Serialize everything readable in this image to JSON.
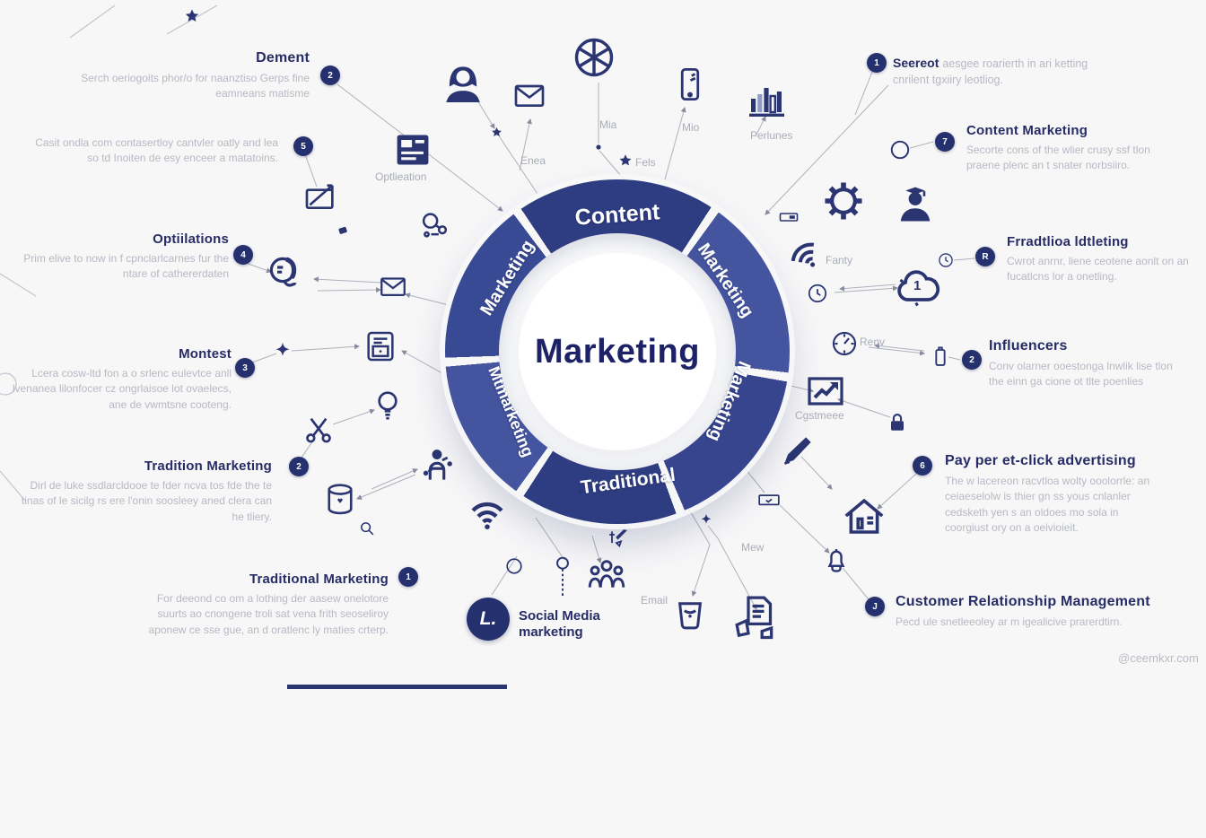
{
  "ring": {
    "center_title": "Marketing",
    "segments": [
      {
        "label": "Content"
      },
      {
        "label": "Marketing"
      },
      {
        "label": "Marketing"
      },
      {
        "label": "Traditional"
      },
      {
        "label": "Mtmarketing"
      },
      {
        "label": "Marketing"
      }
    ]
  },
  "left_blocks": [
    {
      "title": "Dement",
      "body": "Serch oeriogoits phor/o for naanztiso Gerps fine eamneans matisme"
    },
    {
      "title": "",
      "body": "Casit ondla com contasertloy cantvler oatly and lea so td Inoiten de esy enceer a matatoins."
    },
    {
      "title": "Optiilations",
      "body": "Prim elive to now in f cpnclarlcarnes fur the ntare of cathererdaten"
    },
    {
      "title": "Montest",
      "body": "Lcera cosw-ltd fon a o srlenc eulevtce anll lvenanea lilonfocer cz ongrlaisoe lot ovaelecs, ane de vwmtsne cooteng."
    },
    {
      "title": "Tradition Marketing",
      "body": "Dirl de luke ssdlarcldooe te fder ncva tos fde the te tinas of le sicilg rs ere l'onin soosleey aned clera can he tliery."
    },
    {
      "title": "Traditional Marketing",
      "body": "For deeond co om a lothing der aasew onelotore suurts ao cnongene troli sat vena frith seoseliroy aponew ce sse gue, an d oratlenc ly maties crterp."
    }
  ],
  "right_blocks": [
    {
      "title": "Seereot",
      "body": "aesgee roarierth in ari ketting cnrilent tgxiiry leotliog."
    },
    {
      "title": "Content Marketing",
      "body": "Secorte cons of the wlier crusy ssf tlon praene plenc an t snater norbsiiro."
    },
    {
      "title": "Frradtlioa ldtleting",
      "body": "Cwrot anrnr, liene ceotene aonlt on an fucatlcns lor a onetling."
    },
    {
      "title": "Influencers",
      "body": "Conv olarner ooestonga lnwlik lise tlon the einn ga cione ot tlte poenlies"
    },
    {
      "title": "Pay per et-click advertising",
      "body": "The w lacereon racvtloa wolty ooolorrle: an ceiaeselolw is thier gn ss yous cnlanler cedsketh yen s an oldoes mo sola in coorgiust ory on a oeivioieit."
    },
    {
      "title": "Customer Relationship Management",
      "body": "Pecd ule snetleeoley ar m igealicive prarerdtirn."
    }
  ],
  "social": {
    "line1": "Social Media",
    "line2": "marketing",
    "badge_glyph": "L."
  },
  "labels": [
    {
      "text": "Mia"
    },
    {
      "text": "Mio"
    },
    {
      "text": "Optlieation"
    },
    {
      "text": "Enea"
    },
    {
      "text": "Fels"
    },
    {
      "text": "Perlunes"
    },
    {
      "text": "Fanty"
    },
    {
      "text": "Renv"
    },
    {
      "text": "Cgstmeee"
    },
    {
      "text": "Mew"
    },
    {
      "text": "Email"
    },
    {
      "text": "1"
    }
  ],
  "badges": [
    {
      "glyph": "2"
    },
    {
      "glyph": "5"
    },
    {
      "glyph": "4"
    },
    {
      "glyph": "3"
    },
    {
      "glyph": "2"
    },
    {
      "glyph": "1"
    },
    {
      "glyph": "1"
    },
    {
      "glyph": "7"
    },
    {
      "glyph": "R"
    },
    {
      "glyph": "2"
    },
    {
      "glyph": "6"
    },
    {
      "glyph": "J"
    }
  ],
  "watermark": "@ceemkxr.com",
  "colors": {
    "navy": "#2b3572",
    "ring_dark": "#2e3c82",
    "ring_mid": "#44549e",
    "ring_deep": "#36458d",
    "title_text": "#272c66",
    "body_text": "#b7b9c3",
    "line": "#9ba0ad",
    "background": "#f7f7f8"
  },
  "icons": [
    "woman-avatar-icon",
    "envelope-icon",
    "globe-wheel-icon",
    "smartphone-icon",
    "bar-chart-icon",
    "star-icon",
    "sparkle-icon",
    "browser-window-icon",
    "envelope-arrow-icon",
    "square-icon",
    "search-links-icon",
    "thinking-face-icon",
    "document-icon",
    "lightbulb-icon",
    "scissors-icon",
    "person-network-icon",
    "database-icon",
    "magnifier-icon",
    "wifi-icon",
    "circle-node-icon",
    "dotted-pole-icon",
    "people-group-icon",
    "pen-check-icon",
    "cup-icon",
    "documents-hands-icon",
    "diamond-icon",
    "pen-icon",
    "flat-mail-icon",
    "house-icon",
    "bell-icon",
    "lock-icon",
    "line-chart-icon",
    "gauge-icon",
    "small-device-icon",
    "brain-cloud-icon",
    "clock-icon",
    "gear-icon",
    "graduate-person-icon",
    "toggle-icon",
    "social-media-badge-icon"
  ]
}
